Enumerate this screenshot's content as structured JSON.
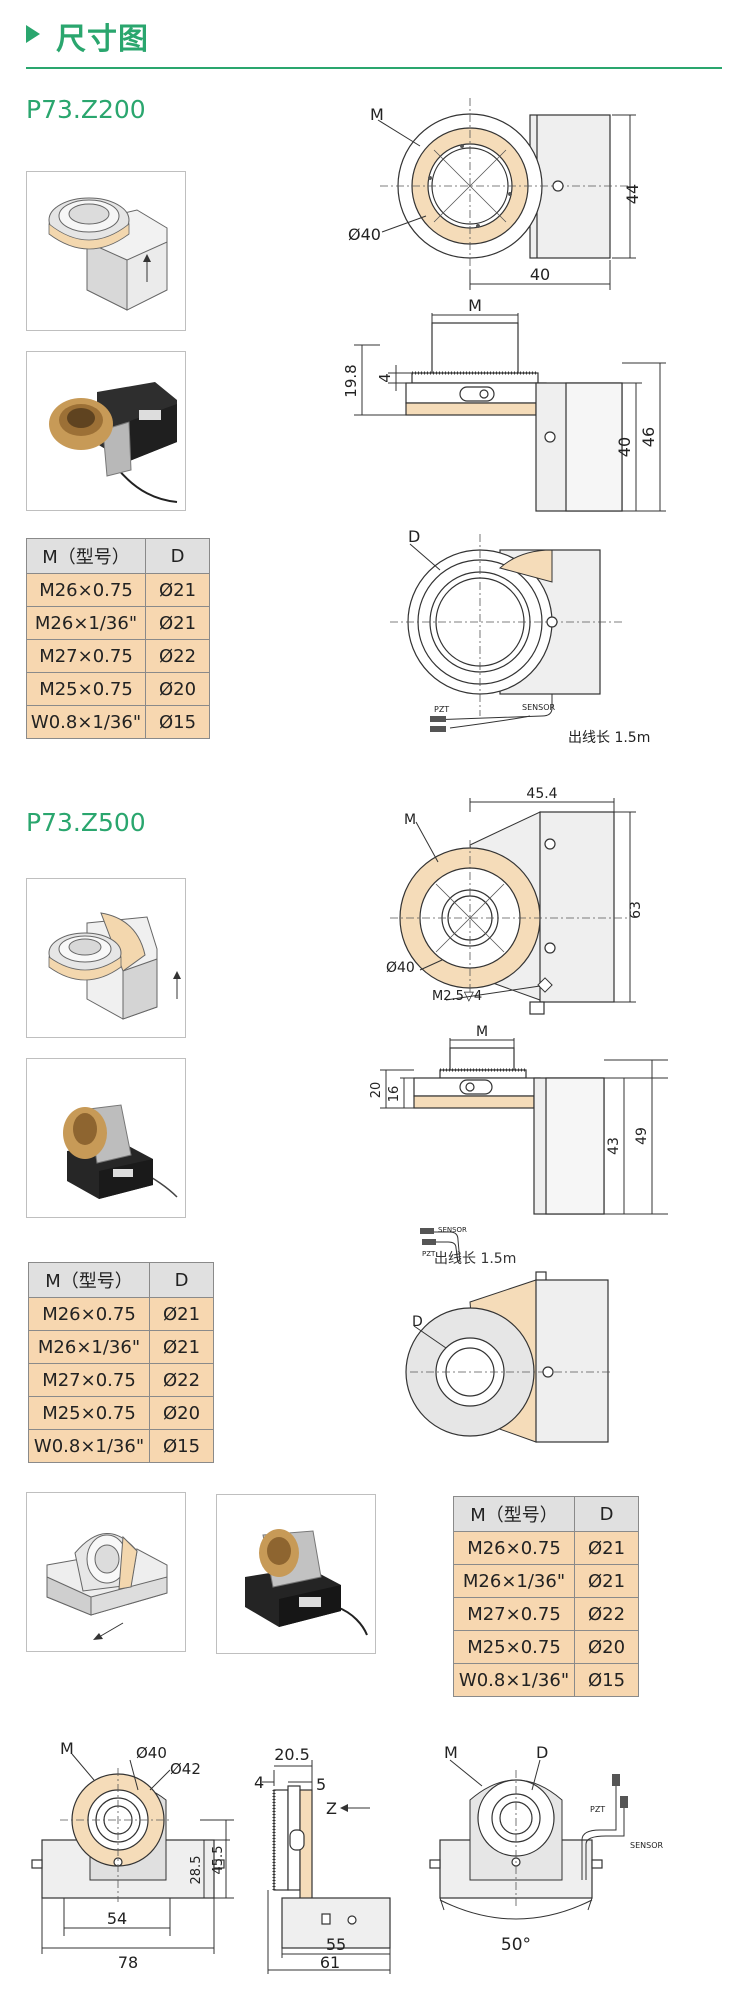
{
  "header": {
    "title": "尺寸图"
  },
  "section1": {
    "model": "P73.Z200",
    "top_view": {
      "label_m": "M",
      "dia": "Ø40",
      "height": "44",
      "width": "40"
    },
    "side_view": {
      "label_m": "M",
      "h_small": "4",
      "h_total": "19.8",
      "h_body": "40",
      "h_all": "46"
    },
    "bottom_view": {
      "label_d": "D",
      "pzt": "PZT",
      "sensor": "SENSOR",
      "cable": "出线长 1.5m"
    }
  },
  "section2": {
    "model": "P73.Z500",
    "top_view": {
      "width": "45.4",
      "label_m": "M",
      "height": "63",
      "dia": "Ø40",
      "screw": "M2.5▽4"
    },
    "side_view": {
      "label_m": "M",
      "h_a": "20",
      "h_b": "16",
      "h_body": "43",
      "h_all": "49"
    },
    "bottom_view": {
      "label_d": "D",
      "pzt": "PZT",
      "sensor": "SENSOR",
      "cable": "出线长 1.5m"
    }
  },
  "section3": {
    "front_view": {
      "label_m": "M",
      "d40": "Ø40",
      "d42": "Ø42",
      "h1": "28.5",
      "h2": "45.5",
      "w1": "54",
      "w2": "78"
    },
    "side_view": {
      "d1": "20.5",
      "d2": "4",
      "d3": "5",
      "axis": "Z",
      "w1": "55",
      "w2": "61"
    },
    "back_view": {
      "label_m": "M",
      "label_d": "D",
      "pzt": "PZT",
      "sensor": "SENSOR",
      "angle": "50°"
    }
  },
  "spec_table": {
    "headers": [
      "M（型号）",
      "D"
    ],
    "rows": [
      [
        "M26×0.75",
        "Ø21"
      ],
      [
        "M26×1/36\"",
        "Ø21"
      ],
      [
        "M27×0.75",
        "Ø22"
      ],
      [
        "M25×0.75",
        "Ø20"
      ],
      [
        "W0.8×1/36\"",
        "Ø15"
      ]
    ]
  },
  "colors": {
    "accent": "#2aa66e",
    "table_header": "#e0e0e0",
    "table_cell": "#f7d7b0",
    "brass": "#f5dcb9"
  }
}
